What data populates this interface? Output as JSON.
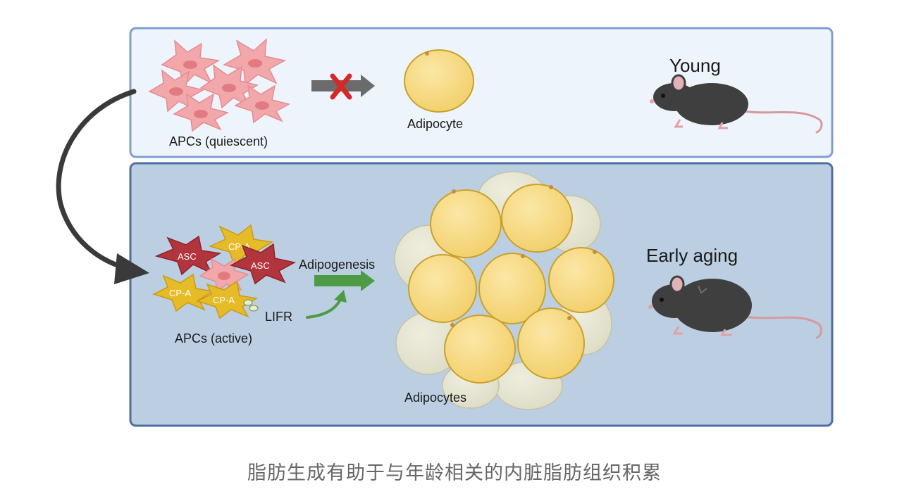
{
  "top_panel": {
    "apcs_label": "APCs (quiescent)",
    "adipocyte_label": "Adipocyte",
    "condition_label": "Young"
  },
  "bottom_panel": {
    "asc_label_1": "ASC",
    "asc_label_2": "ASC",
    "cpa_label_1": "CP-A",
    "cpa_label_2": "CP-A",
    "cpa_label_3": "CP-A",
    "lifr_label": "LIFR",
    "process_label": "Adipogenesis",
    "apcs_label": "APCs (active)",
    "adipocytes_label": "Adipocytes",
    "condition_label": "Early aging"
  },
  "caption": "脂肪生成有助于与年龄相关的内脏脂肪组织积累",
  "colors": {
    "top_panel_fill": "#eef4fb",
    "bottom_panel_fill": "#bccfe2",
    "panel_border": "#7f9ed0",
    "fat_cell": "#f9df8c",
    "asc_cell": "#b2353d",
    "cpa_cell": "#e6bb28",
    "apc_quiescent": "#f2a7ab",
    "adipogenesis_arrow": "#4e9a45",
    "blocked_arrow": "#6b6b6b",
    "block_x": "#d62828",
    "mouse": "#3f3f3f"
  },
  "icons": [
    "quiescent-apc-cluster",
    "adipocyte",
    "blocked-arrow",
    "x-mark",
    "mouse",
    "active-apc-cluster",
    "adipocyte-cluster",
    "curved-arrow"
  ]
}
